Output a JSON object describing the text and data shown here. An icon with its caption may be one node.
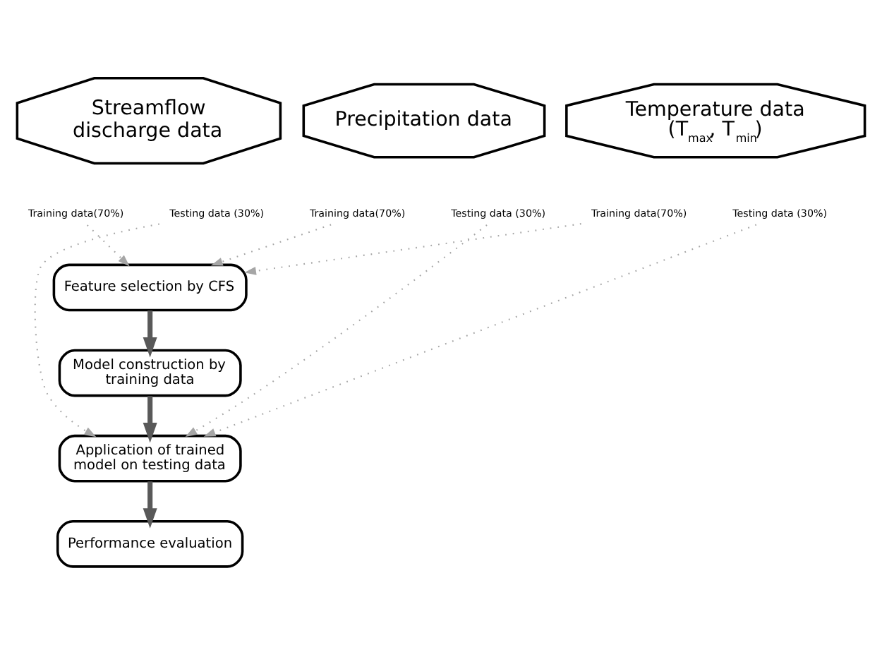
{
  "diagram": {
    "nodes": [
      {
        "text": [
          "Streamflow discharge data"
        ]
      },
      {
        "text": [
          "Training data(70%)"
        ]
      },
      {
        "text": [
          "Testing data (30%)"
        ]
      },
      {
        "text": [
          "Precipitation data"
        ]
      },
      {
        "text": [
          "Training data(70%)"
        ]
      },
      {
        "text": [
          "Testing data (30%)"
        ]
      },
      {
        "text": [
          "Temperature data (T$_{max}$, T$_{min}$)"
        ]
      },
      {
        "text": [
          "Training data(70%)"
        ]
      },
      {
        "text": [
          "Testing data (30%)"
        ]
      },
      {
        "text": [
          "Feature selection by CFS"
        ]
      },
      {
        "text": [
          "Model construction by training data"
        ]
      },
      {
        "text": [
          "Application of trained model on testing data"
        ]
      },
      {
        "text": [
          "Performance evaluation"
        ]
      }
    ],
    "edges": [
      {
        "from": 1,
        "to": 9,
        "arrow": "to",
        "style": "dashed"
      },
      {
        "from": 4,
        "to": 9,
        "arrow": "to",
        "style": "dashed"
      },
      {
        "from": 7,
        "to": 9,
        "arrow": "to",
        "style": "dashed"
      },
      {
        "from": 9,
        "to": 10,
        "arrow": "to",
        "style": "thick",
        "color": "#595959"
      },
      {
        "from": 10,
        "to": 11,
        "arrow": "to",
        "style": "thick",
        "color": "#595959"
      },
      {
        "from": 2,
        "to": 11,
        "arrow": "to",
        "style": "dashed"
      },
      {
        "from": 5,
        "to": 11,
        "arrow": "to",
        "style": "dashed"
      },
      {
        "from": 8,
        "to": 11,
        "arrow": "to",
        "style": "dashed"
      },
      {
        "from": 11,
        "to": 12,
        "arrow": "to",
        "style": "thick",
        "color": "#595959"
      }
    ]
  }
}
